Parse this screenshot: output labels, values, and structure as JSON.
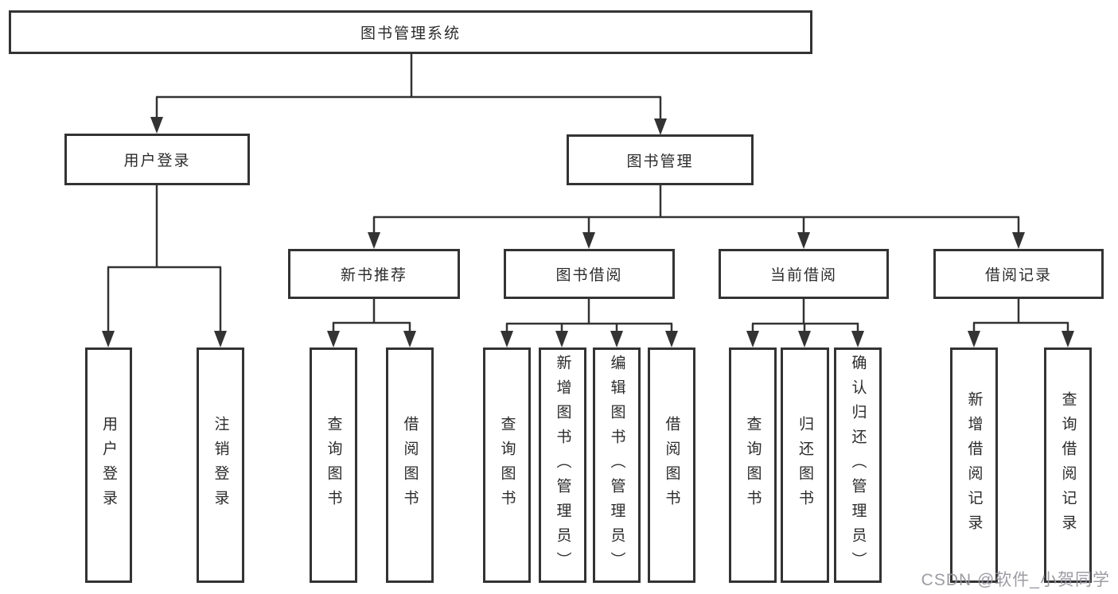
{
  "colors": {
    "line": "#333333",
    "node_border": "#333333",
    "node_text": "#2b2b2b",
    "watermark": "#94949b",
    "background": "#ffffff"
  },
  "watermark": {
    "text": "CSDN @软件_小贺同学"
  },
  "tree": {
    "root": {
      "label": "图书管理系统",
      "children": [
        {
          "label": "用户登录",
          "children": [
            {
              "label": "用户登录"
            },
            {
              "label": "注销登录"
            }
          ]
        },
        {
          "label": "图书管理",
          "children": [
            {
              "label": "新书推荐",
              "children": [
                {
                  "label": "查询图书"
                },
                {
                  "label": "借阅图书"
                }
              ]
            },
            {
              "label": "图书借阅",
              "children": [
                {
                  "label": "查询图书"
                },
                {
                  "label": "新增图书（管理员）"
                },
                {
                  "label": "编辑图书（管理员）"
                },
                {
                  "label": "借阅图书"
                }
              ]
            },
            {
              "label": "当前借阅",
              "children": [
                {
                  "label": "查询图书"
                },
                {
                  "label": "归还图书"
                },
                {
                  "label": "确认归还（管理员）"
                }
              ]
            },
            {
              "label": "借阅记录",
              "children": [
                {
                  "label": "新增借阅记录"
                },
                {
                  "label": "查询借阅记录"
                }
              ]
            }
          ]
        }
      ]
    }
  }
}
